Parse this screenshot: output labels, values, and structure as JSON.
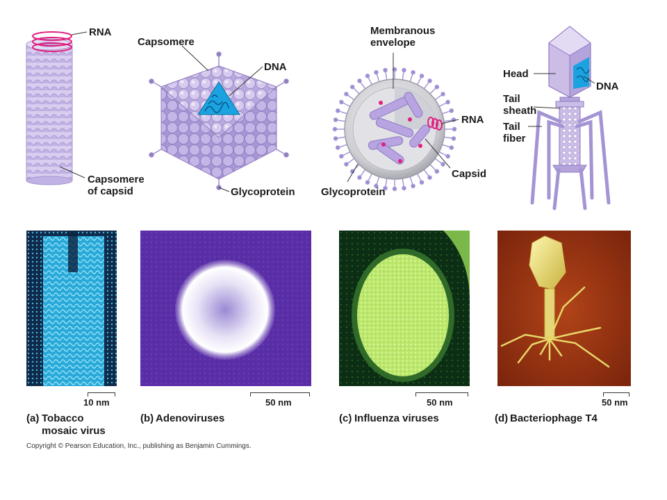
{
  "colors": {
    "capsid": "#cbbde6",
    "capsid_dark": "#9f8cc9",
    "rna": "#e0207e",
    "dna": "#1aa3e0",
    "tmv_micro": "#2fb4e0",
    "adeno_bg": "#5a2ea6",
    "flu_bg": "#0c2e14",
    "flu_virus": "#c8f07a",
    "phage_bg": "#9a3212",
    "phage_virus": "#e8d86a"
  },
  "diagrams": {
    "tmv": {
      "rna_label": "RNA",
      "capsomere_line1": "Capsomere",
      "capsomere_line2": "of capsid"
    },
    "adeno": {
      "capsomere_label": "Capsomere",
      "dna_label": "DNA",
      "glyco_label": "Glycoprotein"
    },
    "flu": {
      "envelope_line1": "Membranous",
      "envelope_line2": "envelope",
      "rna_label": "RNA",
      "capsid_label": "Capsid",
      "glyco_label": "Glycoprotein"
    },
    "phage": {
      "head_label": "Head",
      "dna_label": "DNA",
      "sheath_line1": "Tail",
      "sheath_line2": "sheath",
      "fiber_line1": "Tail",
      "fiber_line2": "fiber"
    }
  },
  "micrographs": {
    "tmv": {
      "scale": "10 nm"
    },
    "adeno": {
      "scale": "50 nm"
    },
    "flu": {
      "scale": "50 nm"
    },
    "phage": {
      "scale": "50 nm"
    }
  },
  "captions": [
    {
      "letter": "(a)",
      "line1": "Tobacco",
      "line2": "mosaic virus"
    },
    {
      "letter": "(b)",
      "line1": "Adenoviruses"
    },
    {
      "letter": "(c)",
      "line1": "Influenza viruses"
    },
    {
      "letter": "(d)",
      "line1": "Bacteriophage T4"
    }
  ],
  "copyright": "Copyright © Pearson Education, Inc., publishing as Benjamin Cummings."
}
